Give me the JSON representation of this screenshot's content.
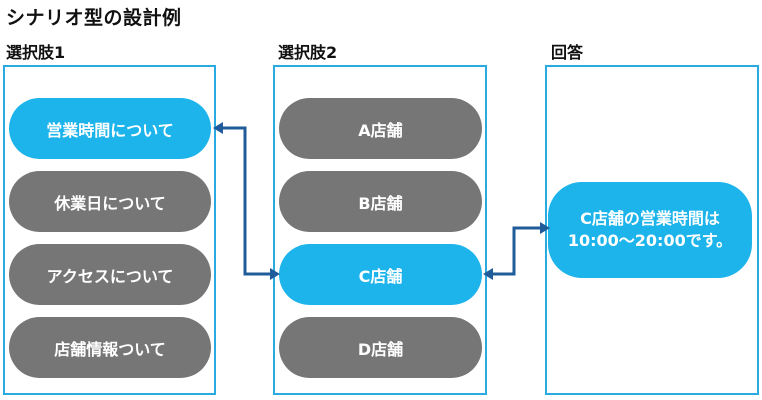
{
  "title": "シナリオ型の設計例",
  "columns": {
    "choice1": {
      "label": "選択肢1",
      "items": [
        {
          "label": "営業時間について",
          "selected": true
        },
        {
          "label": "休業日について",
          "selected": false
        },
        {
          "label": "アクセスについて",
          "selected": false
        },
        {
          "label": "店舗情報ついて",
          "selected": false
        }
      ]
    },
    "choice2": {
      "label": "選択肢2",
      "items": [
        {
          "label": "A店舗",
          "selected": false
        },
        {
          "label": "B店舗",
          "selected": false
        },
        {
          "label": "C店舗",
          "selected": true
        },
        {
          "label": "D店舗",
          "selected": false
        }
      ]
    },
    "answer": {
      "label": "回答",
      "lines": [
        "C店舗の営業時間は",
        "10:00～20:00です。"
      ]
    }
  },
  "colors": {
    "selected": "#1CB4EB",
    "unselected": "#767676",
    "panel_border": "#29ABE2",
    "connector": "#1F5C99"
  }
}
